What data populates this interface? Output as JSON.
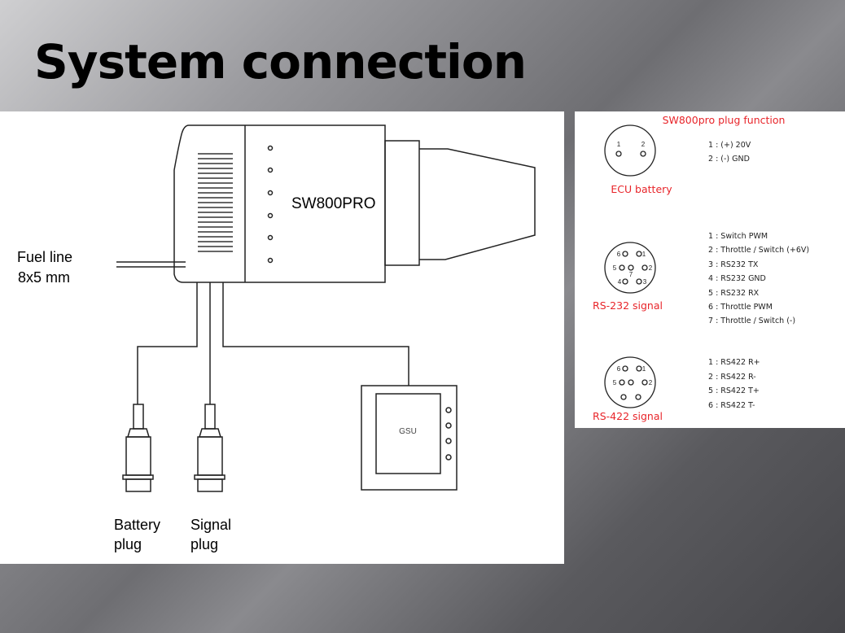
{
  "slide": {
    "title": "System connection"
  },
  "engine_diagram": {
    "engine_label": "SW800PRO",
    "fuel_line_label": [
      "Fuel line",
      "8x5 mm"
    ],
    "battery_plug_label": [
      "Battery",
      "plug"
    ],
    "signal_plug_label": [
      "Signal",
      "plug"
    ],
    "gsu_label": "GSU"
  },
  "plug_function": {
    "title": "SW800pro plug function",
    "accent_color": "#e8252a",
    "ecu_battery": {
      "name": "ECU battery",
      "pin_numbers": [
        "1",
        "2"
      ],
      "pins": [
        "1 : (+) 20V",
        "2 : (-) GND"
      ]
    },
    "rs232": {
      "name": "RS-232 signal",
      "pin_numbers": [
        "6",
        "1",
        "5",
        "7",
        "2",
        "4",
        "3"
      ],
      "pins": [
        "1 : Switch PWM",
        "2 : Throttle / Switch (+6V)",
        "3 : RS232 TX",
        "4 : RS232 GND",
        "5 : RS232 RX",
        "6 : Throttle PWM",
        "7 : Throttle / Switch (-)"
      ]
    },
    "rs422": {
      "name": "RS-422 signal",
      "pin_numbers": [
        "6",
        "1",
        "5",
        "2"
      ],
      "pins": [
        "1 : RS422 R+",
        "2 : RS422 R-",
        "5 : RS422 T+",
        "6 : RS422 T-"
      ]
    }
  }
}
